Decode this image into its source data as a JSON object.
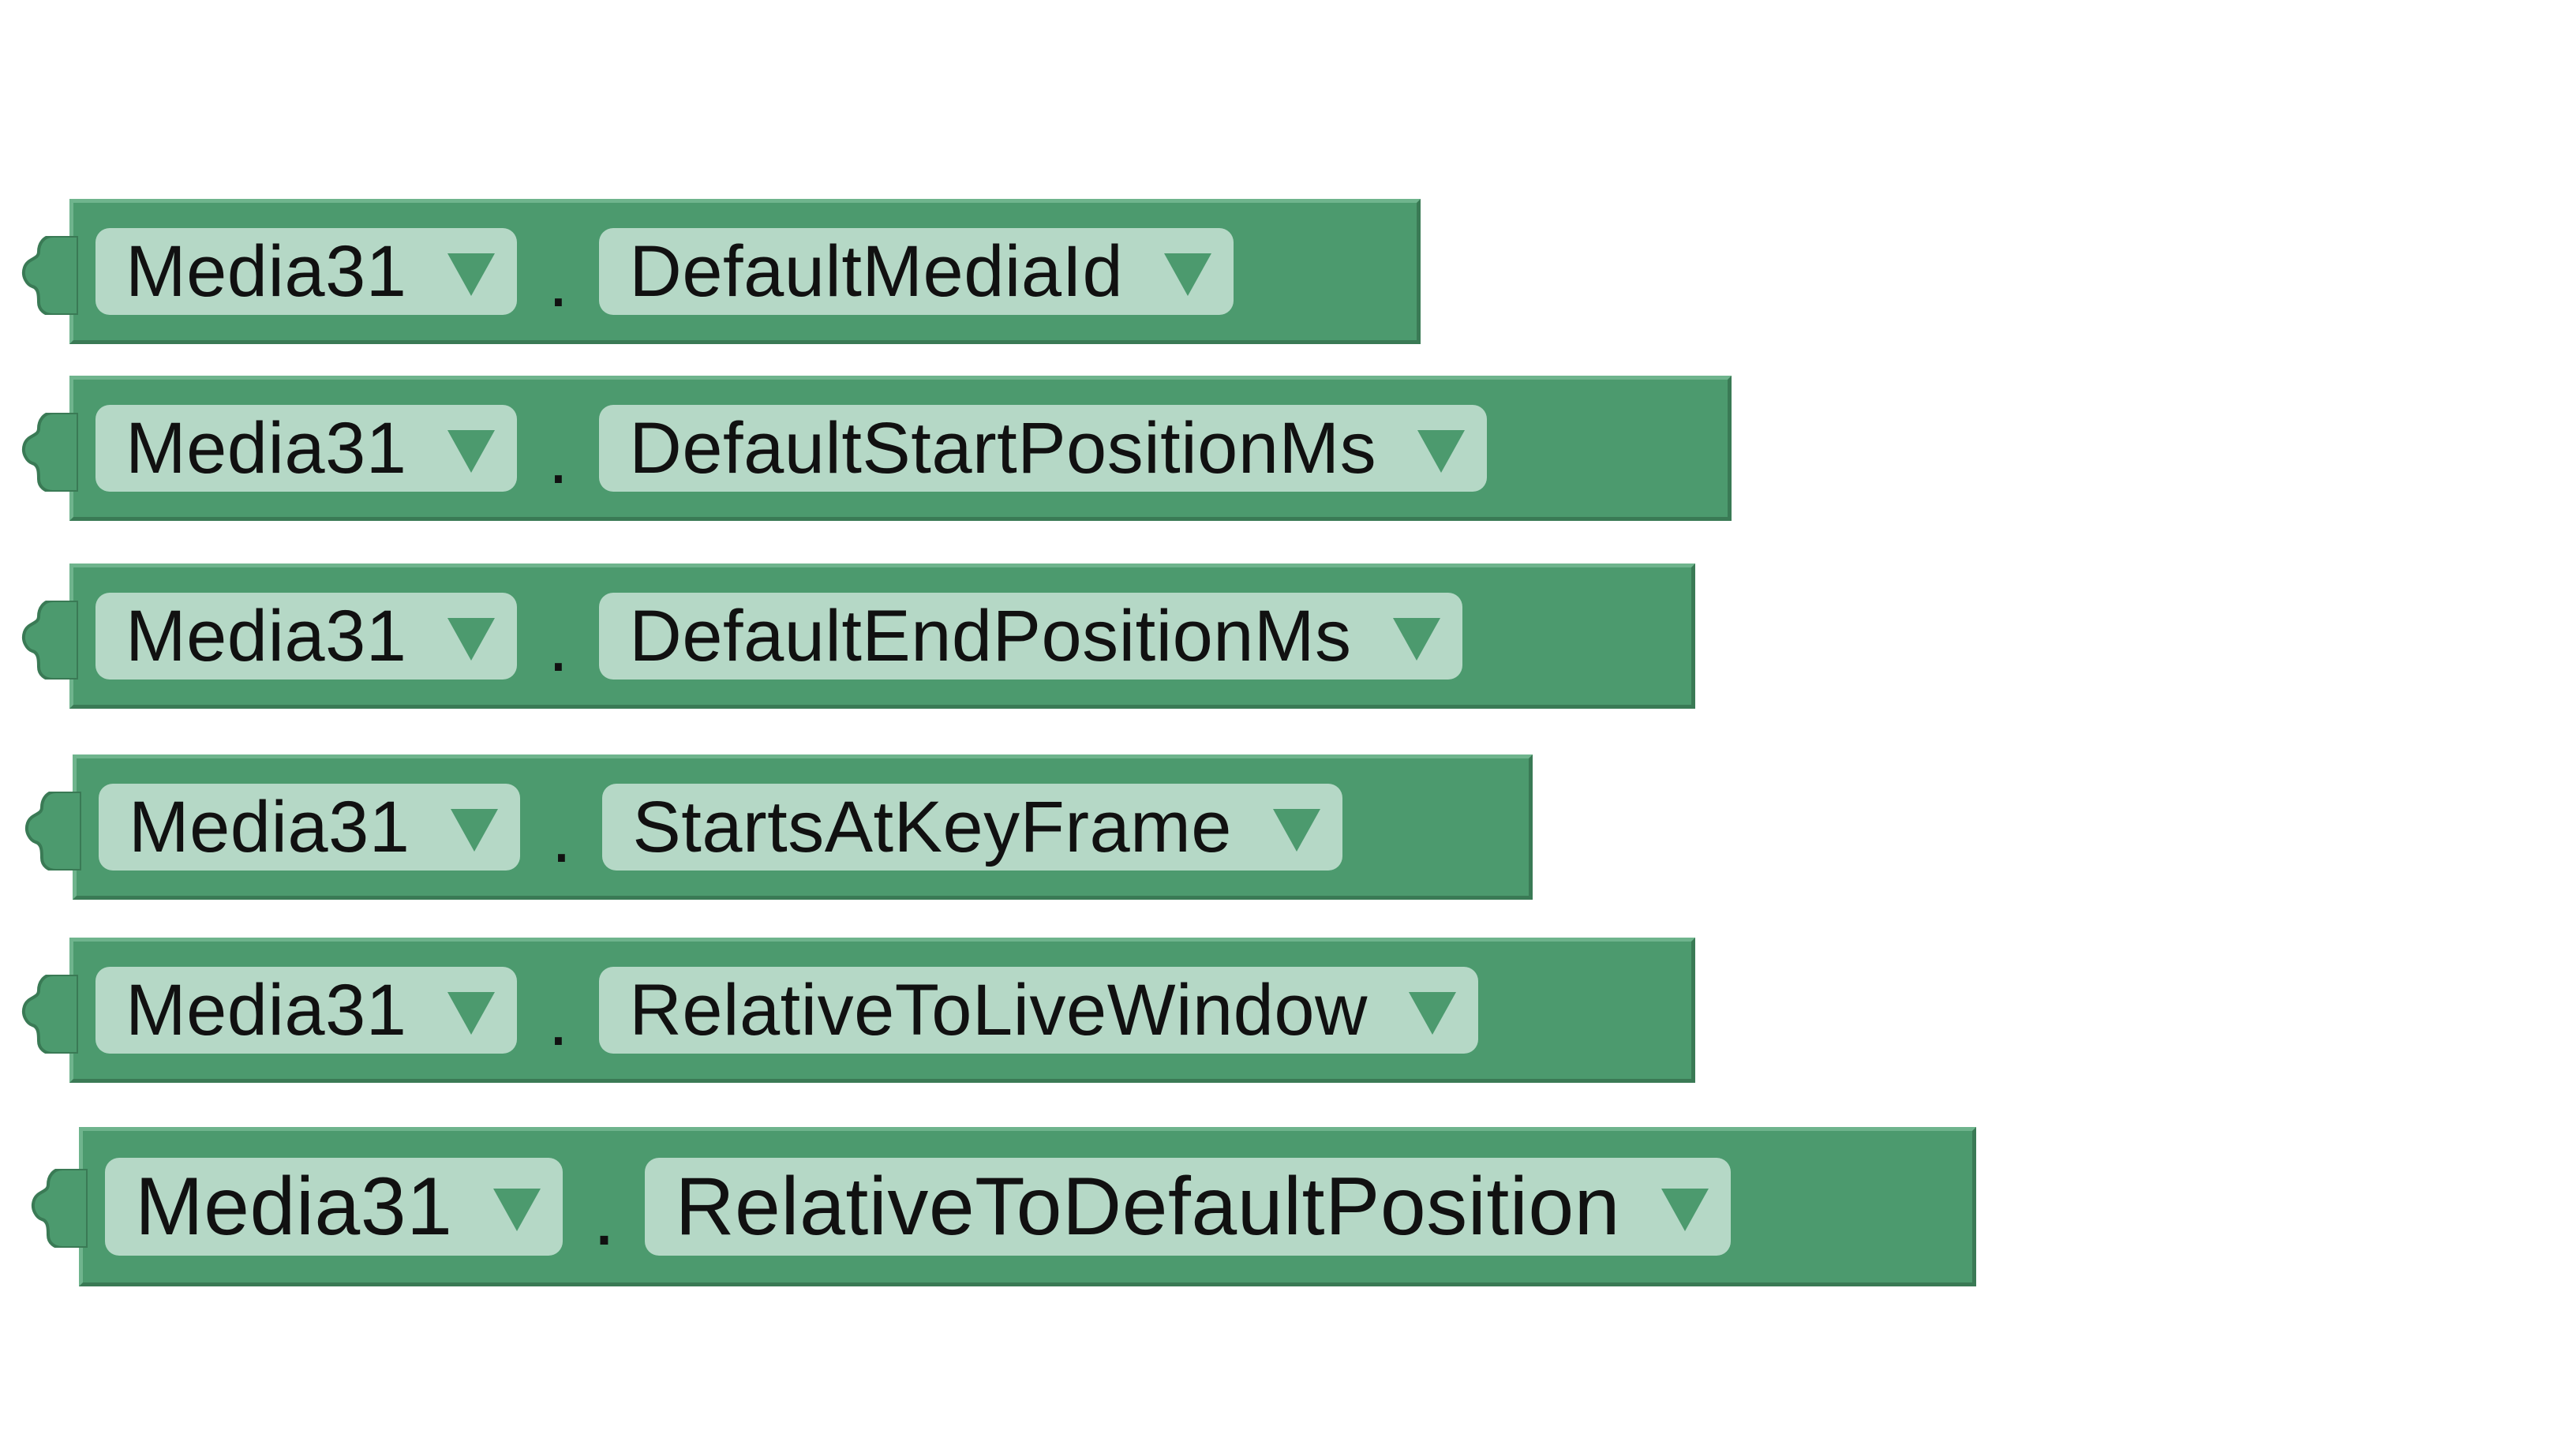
{
  "workspace": {
    "blocks": [
      {
        "component": "Media31",
        "separator": ".",
        "property": "DefaultMediaId",
        "arrow": "▼"
      },
      {
        "component": "Media31",
        "separator": ".",
        "property": "DefaultStartPositionMs",
        "arrow": "▼"
      },
      {
        "component": "Media31",
        "separator": ".",
        "property": "DefaultEndPositionMs",
        "arrow": "▼"
      },
      {
        "component": "Media31",
        "separator": ".",
        "property": "StartsAtKeyFrame",
        "arrow": "▼"
      },
      {
        "component": "Media31",
        "separator": ".",
        "property": "RelativeToLiveWindow",
        "arrow": "▼"
      },
      {
        "component": "Media31",
        "separator": ".",
        "property": "RelativeToDefaultPosition",
        "arrow": "▼"
      }
    ]
  },
  "colors": {
    "block_fill": "#4c9a6e",
    "block_highlight": "#6fb48d",
    "block_shadow": "#3a7a55",
    "field_fill": "#b5d8c6",
    "text": "#111111",
    "background": "#ffffff"
  },
  "icons": {
    "dropdown": "chevron-down-triangle-icon",
    "connector": "output-plug-icon"
  }
}
